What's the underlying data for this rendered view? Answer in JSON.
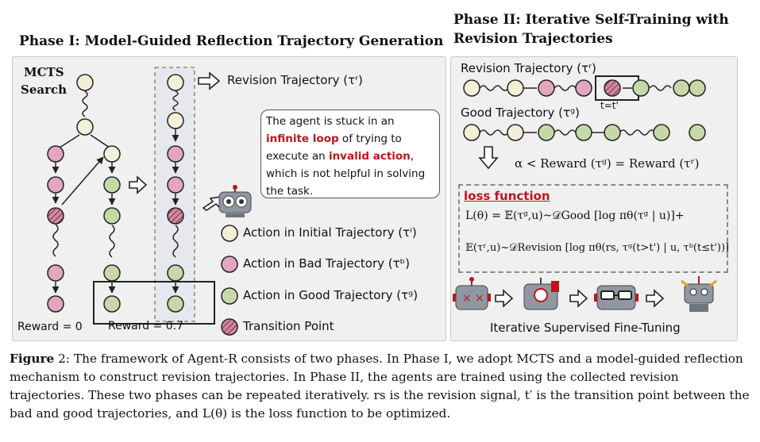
{
  "phase1": {
    "title": "Phase I: Model-Guided Reflection Trajectory Generation",
    "mcts_label_line1": "MCTS",
    "mcts_label_line2": "Search",
    "revision_label": "Revision Trajectory (τʳ)",
    "reflection_text": [
      "The agent is stuck in an",
      "infinite loop",
      " of trying to",
      "execute an ",
      "invalid action",
      ",",
      "which is not helpful in solving",
      "the task."
    ],
    "legend": [
      {
        "label": "Action in Initial Trajectory (τⁱ)",
        "color": "#f3f0d8"
      },
      {
        "label": "Action in Bad Trajectory (τᵇ)",
        "color": "#e3a6bf"
      },
      {
        "label": "Action in Good Trajectory (τᵍ)",
        "color": "#c5d9a8"
      },
      {
        "label": "Transition Point",
        "color": "#d9859f"
      }
    ],
    "reward_bad": "Reward = 0",
    "reward_good": "Reward = 0.7"
  },
  "phase2": {
    "title_line1": "Phase II: Iterative Self-Training with",
    "title_line2": "Revision Trajectories",
    "revision_label": "Revision Trajectory (τʳ)",
    "good_label": "Good Trajectory (τᵍ)",
    "transition_tag": "t=t'",
    "condition": "α < Reward (τᵍ) = Reward (τʳ)",
    "loss_title": "loss function",
    "loss_line1": "L(θ) = 𝔼(τᵍ,u)~𝒟Good [log πθ(τᵍ | u)]+",
    "loss_line2": "𝔼(τʳ,u)~𝒟Revision [log πθ(rs, τᵍ(t>t') | u, τᵇ(t≤t'))]",
    "sft_label": "Iterative Supervised Fine-Tuning"
  },
  "caption": {
    "figure_label": "Figure",
    "figure_number": "2",
    "text": ": The framework of Agent-R consists of two phases. In Phase I, we adopt MCTS and a model-guided reflection mechanism to construct revision trajectories. In Phase II, the agents are trained using the collected revision trajectories. These two phases can be repeated iteratively. rs is the revision signal, t′ is the transition point between the bad and good trajectories, and L(θ) is the loss function to be optimized."
  },
  "colors": {
    "initial": "#f3f0d8",
    "bad": "#e3a6bf",
    "good": "#c5d9a8",
    "accent_red": "#c0141c",
    "panel": "#f0f0f0"
  }
}
